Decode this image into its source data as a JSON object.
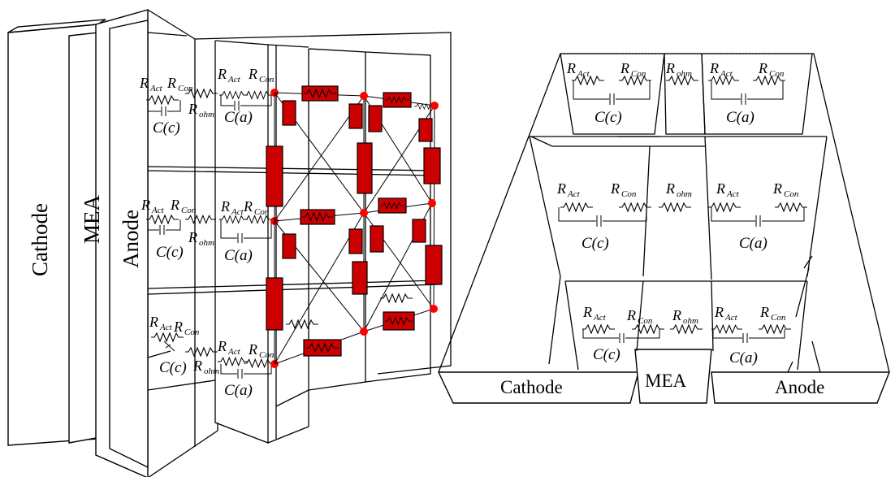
{
  "left_panel": {
    "labels": {
      "cathode": "Cathode",
      "mea": "MEA",
      "anode": "Anode"
    },
    "circuit_rows": [
      {
        "r_act": "Act",
        "r_con": "Con",
        "r_ohm": "ohm",
        "c_c": "C(c)",
        "c_a": "C(a)"
      },
      {
        "r_act": "Act",
        "r_con": "Con",
        "r_ohm": "ohm",
        "c_c": "C(c)",
        "c_a": "C(a)"
      },
      {
        "r_act": "Act",
        "r_con": "Con",
        "r_ohm": "ohm",
        "c_c": "C(c)",
        "c_a": "C(a)"
      }
    ]
  },
  "right_panel": {
    "labels": {
      "cathode": "Cathode",
      "mea": "MEA",
      "anode": "Anode"
    },
    "levels": [
      {
        "r_act": "Act",
        "r_con": "Con",
        "r_ohm": "ohm",
        "c_c": "C(c)",
        "c_a": "C(a)"
      },
      {
        "r_act": "Act",
        "r_con": "Con",
        "r_ohm": "ohm",
        "c_c": "C(c)",
        "c_a": "C(a)"
      },
      {
        "r_act": "Act",
        "r_con": "Con",
        "r_ohm": "ohm",
        "c_c": "C(c)",
        "c_a": "C(a)"
      }
    ]
  },
  "colors": {
    "resistor_fill": "#cc0000",
    "node": "#ff0000",
    "line": "#000000",
    "background": "#ffffff"
  }
}
